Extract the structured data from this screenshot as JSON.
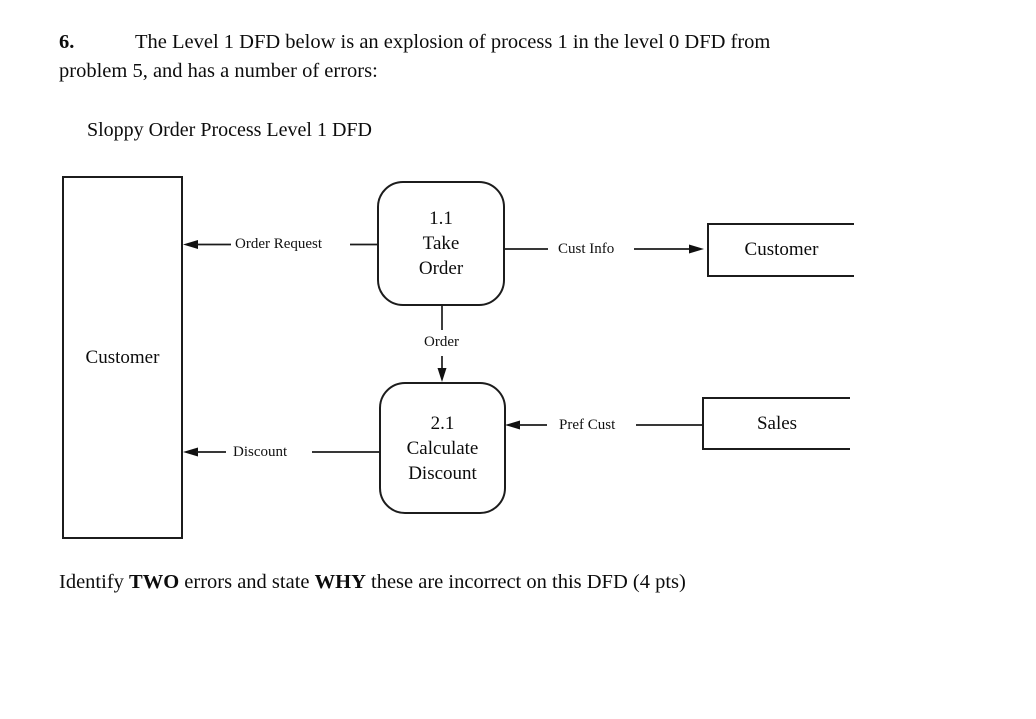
{
  "question": {
    "number": "6.",
    "line1": "The Level 1 DFD below is an explosion of process 1 in the level 0 DFD from",
    "line2": "problem 5, and has a number of errors:"
  },
  "diagram": {
    "title": "Sloppy Order Process Level 1 DFD",
    "entities": {
      "customer_left": {
        "label": "Customer"
      },
      "customer_right": {
        "label": "Customer"
      },
      "sales": {
        "label": "Sales"
      }
    },
    "processes": {
      "take_order": {
        "number": "1.1",
        "name_line1": "Take",
        "name_line2": "Order"
      },
      "calculate_discount": {
        "number": "2.1",
        "name_line1": "Calculate",
        "name_line2": "Discount"
      }
    },
    "flows": {
      "order_request": {
        "label": "Order Request"
      },
      "cust_info": {
        "label": "Cust Info"
      },
      "order": {
        "label": "Order"
      },
      "pref_cust": {
        "label": "Pref Cust"
      },
      "discount": {
        "label": "Discount"
      }
    }
  },
  "instruction": {
    "part1": "Identify ",
    "emph1": "TWO",
    "part2": " errors and state ",
    "emph2": "WHY",
    "part3": " these are incorrect on this DFD (4 pts)"
  }
}
